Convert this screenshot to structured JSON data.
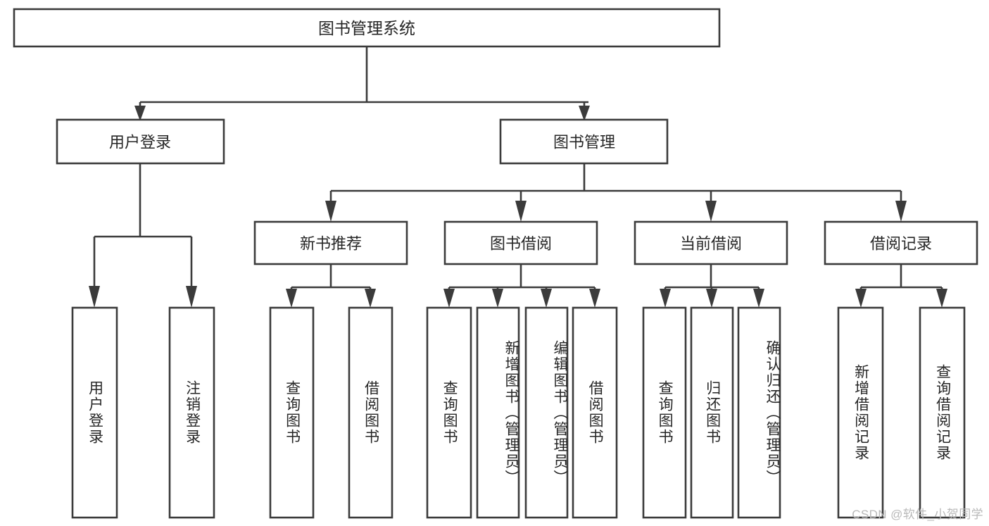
{
  "diagram": {
    "title": "图书管理系统",
    "type": "tree",
    "orientation": "top-down",
    "colors": {
      "node_stroke": "#3b3b3b",
      "node_fill": "#ffffff",
      "label_text": "#262626",
      "canvas": "#ffffff",
      "watermark": "#b9b9b9"
    },
    "root": {
      "id": "root",
      "label": "图书管理系统"
    },
    "level2": [
      {
        "id": "user-login",
        "label": "用户登录"
      },
      {
        "id": "book-management",
        "label": "图书管理"
      }
    ],
    "level3": [
      {
        "id": "new-book-recommend",
        "label": "新书推荐",
        "parent": "book-management"
      },
      {
        "id": "book-borrow",
        "label": "图书借阅",
        "parent": "book-management"
      },
      {
        "id": "current-borrow",
        "label": "当前借阅",
        "parent": "book-management"
      },
      {
        "id": "borrow-record",
        "label": "借阅记录",
        "parent": "book-management"
      }
    ],
    "leaves": [
      {
        "id": "leaf-user-login",
        "label": "用户登录",
        "parent": "user-login"
      },
      {
        "id": "leaf-logout",
        "label": "注销登录",
        "parent": "user-login"
      },
      {
        "id": "leaf-query-book-1",
        "label": "查询图书",
        "parent": "new-book-recommend"
      },
      {
        "id": "leaf-borrow-book-1",
        "label": "借阅图书",
        "parent": "new-book-recommend"
      },
      {
        "id": "leaf-query-book-2",
        "label": "查询图书",
        "parent": "book-borrow"
      },
      {
        "id": "leaf-add-book",
        "label": "新增图书（管理员）",
        "parent": "book-borrow"
      },
      {
        "id": "leaf-edit-book",
        "label": "编辑图书（管理员）",
        "parent": "book-borrow"
      },
      {
        "id": "leaf-borrow-book-2",
        "label": "借阅图书",
        "parent": "book-borrow"
      },
      {
        "id": "leaf-query-book-3",
        "label": "查询图书",
        "parent": "current-borrow"
      },
      {
        "id": "leaf-return-book",
        "label": "归还图书",
        "parent": "current-borrow"
      },
      {
        "id": "leaf-confirm-return",
        "label": "确认归还（管理员）",
        "parent": "current-borrow"
      },
      {
        "id": "leaf-add-record",
        "label": "新增借阅记录",
        "parent": "borrow-record"
      },
      {
        "id": "leaf-query-record",
        "label": "查询借阅记录",
        "parent": "borrow-record"
      }
    ]
  },
  "watermark": {
    "text": "CSDN @软件_小贺同学"
  }
}
